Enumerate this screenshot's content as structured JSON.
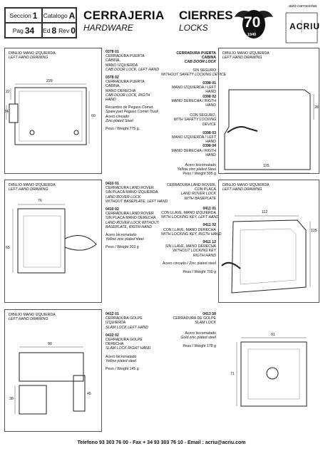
{
  "header": {
    "seccion_label": "Seccion",
    "seccion_value": "1",
    "catalogo_label": "Catalogo",
    "catalogo_value": "A",
    "pag_label": "Pag",
    "pag_value": "34",
    "ed_label": "Ed",
    "ed_value": "8",
    "rev_label": "Rev",
    "rev_value": "0",
    "title_es": "CERRAJERIA",
    "title_en": "HARDWARE",
    "cat_es": "CIERRES",
    "cat_en": "LOCKS",
    "logo_years": "70",
    "logo_brand": "ACRIU",
    "logo_tagline": "auto carrocerias",
    "logo_year": "1940"
  },
  "row1": {
    "drawing_left": [
      "DIBUJO MANO IZQUIERDA",
      "LEFT HAND DRAWING"
    ],
    "dims_left": [
      "229",
      "60",
      "22",
      "74"
    ],
    "items_left": [
      {
        "code": "0378 01",
        "lines": [
          "CERRADURA PUERTA CABINA,",
          "MANO IZQUIERDA",
          "CAB DOOR LOCK, LEFT HAND"
        ]
      },
      {
        "code": "0378 02",
        "lines": [
          "CERRADURA PUERTA CABINA,",
          "MANO DERECHA",
          "CAB DOOR LOCK, RIGTH HAND"
        ]
      },
      {
        "code": "",
        "lines": [
          "Recambio de Pegaso Comet.",
          "Spare part Pegaso Comet Truck",
          "Acero cincado",
          "Zinc plated Steel",
          "",
          "Peso / Weight 775 g."
        ]
      }
    ],
    "right_header": [
      "CERRADURA PUERTA CABINA",
      "CAB DOOR LOCK"
    ],
    "right_sub1": [
      "SIN SEGURO",
      "WITHOUT SAFETY LOCKING DEVICE"
    ],
    "right_items1": [
      {
        "code": "0398 01",
        "text": "MANO IZQUIERDA / LEFT HAND"
      },
      {
        "code": "0398 02",
        "text": "MANO DERECHA / RIGTH HAND"
      }
    ],
    "right_sub2": [
      "CON SEGURO,",
      "WITH SAFETY LOCKING DEVICE"
    ],
    "right_items2": [
      {
        "code": "0398 03",
        "text": "MANO IZQUIERDA / LEFT HAND"
      },
      {
        "code": "0398 04",
        "text": "MANO DERECHA / RIGTH HAND"
      }
    ],
    "right_footer": [
      "Acero bicromatado",
      "Yellow zinc plated Steel",
      "Peso / Weight 595 g"
    ],
    "drawing_right": [
      "DIBUJO MANO IZQUIERDA",
      "LEFT HAND DRAWING"
    ],
    "dims_right": [
      "125",
      "28"
    ]
  },
  "row2": {
    "drawing_left": [
      "DIBUJO MANO IZQUIERDA",
      "LEFT HAND DRAWING"
    ],
    "dims_left": [
      "76",
      "65"
    ],
    "items_left": [
      {
        "code": "0410 01",
        "lines": [
          "CERRADURA LAND ROVER",
          "SIN PLACA MANO IZQUIERDA",
          "LAND ROVER LOCK",
          "WITHOUT BASEPLATE, LEFT HAND"
        ]
      },
      {
        "code": "0410 02",
        "lines": [
          "CERRADURA LAND ROVER",
          "SIN PLACA MANO DERECHA",
          "LAND ROVER LOCK WITHOUT",
          "BASEPLATE, RIGTH HAND"
        ]
      },
      {
        "code": "",
        "lines": [
          "Acero bicromatado",
          "Yellow zinc plated steel",
          "",
          "Peso / Weight  303 g"
        ]
      }
    ],
    "right_header": [
      "CERRADURA LAND ROVER,",
      "CON PLACA",
      "LAND ROVER LOCK",
      "WITH BASEPLATE"
    ],
    "right_items": [
      {
        "code": "0411 01",
        "lines": [
          "CON LLAVE, MANO IZQUIERDA",
          "WITH LOCKING KEY, LEFT HAND"
        ]
      },
      {
        "code": "0411 02",
        "lines": [
          "CON LLAVE, MANO DERECHA",
          "WITH LOCKING KEY, RIGTH HAND"
        ]
      },
      {
        "code": "0411 12",
        "lines": [
          "SIN LLAVE, MANO DERECHA",
          "WITHOUT LOCKING KEY",
          "RIGTH HAND"
        ]
      }
    ],
    "right_footer": [
      "Acero cincado / Zinc plated steel",
      "",
      "Peso / Weight 700 g"
    ],
    "drawing_right": [
      "DIBUJO MANO IZQUIERDA",
      "LEFT HAND DRAWING"
    ],
    "dims_right": [
      "112",
      "125"
    ]
  },
  "row3": {
    "drawing_left": [
      "DIBUJO MANO IZQUIERDA",
      "LEFT HAND DRAWING"
    ],
    "dims_left": [
      "90",
      "38",
      "45"
    ],
    "items_left": [
      {
        "code": "0412 01",
        "lines": [
          "CERRADURA GOLPE IZQUIERDA",
          "SLAM LOCK LEFT HAND"
        ]
      },
      {
        "code": "0412 02",
        "lines": [
          "CERRADURA GOLPE DERECHA",
          "SLAM LOCK RIGHT HAND"
        ]
      },
      {
        "code": "",
        "lines": [
          "Acero bicromatado",
          "Yellow plated steel",
          "",
          "Peso / Weight 145 g"
        ]
      }
    ],
    "right_item": {
      "code": "0413 50",
      "lines": [
        "CERRADURA DE GOLPE",
        "SLAM LOCK"
      ]
    },
    "right_footer": [
      "Acero bicromatado",
      "Gold zinc plated steel",
      "",
      "Peso / Weight 178 g"
    ],
    "dims_right": [
      "91",
      "71"
    ]
  },
  "footer": "Telefono 93 303 76 00  - Fax  + 34 93 303 76 10 - Email : acriu@acriu.com"
}
